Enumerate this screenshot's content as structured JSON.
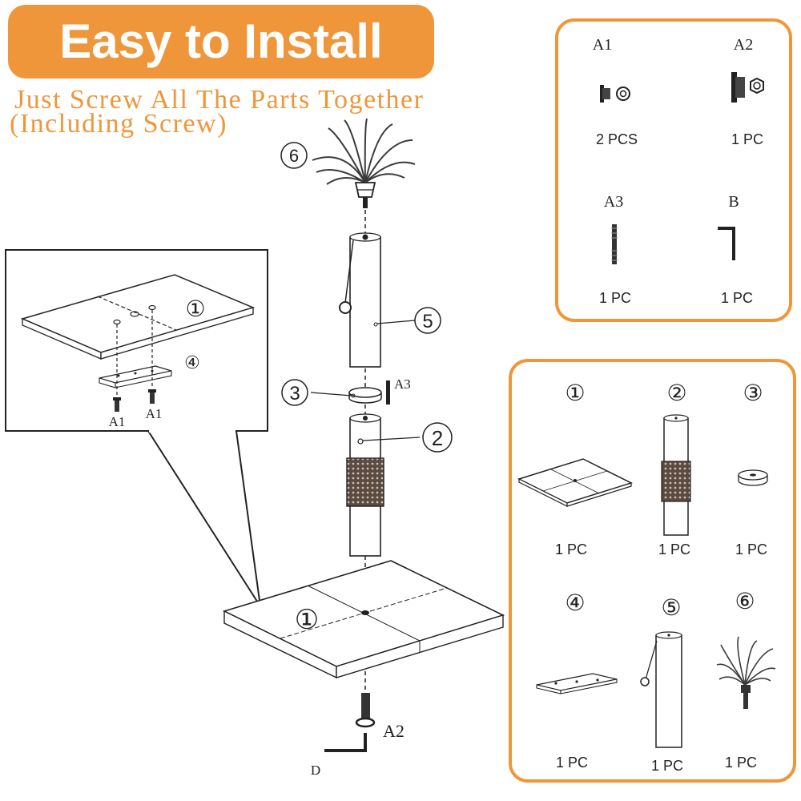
{
  "header": {
    "title": "Easy to Install",
    "subtitle_line1": "Just Screw All The Parts Together",
    "subtitle_line2": "(Including Screw)"
  },
  "colors": {
    "accent": "#F0963A",
    "line": "#222222",
    "fronds": "#3a3a3a"
  },
  "hardware": {
    "a1": {
      "code": "A1",
      "qty": "2 PCS"
    },
    "a2": {
      "code": "A2",
      "qty": "1 PC"
    },
    "a3": {
      "code": "A3",
      "qty": "1 PC"
    },
    "b": {
      "code": "B",
      "qty": "1 PC"
    }
  },
  "parts": [
    {
      "num": "①",
      "qty": "1 PC"
    },
    {
      "num": "②",
      "qty": "1 PC"
    },
    {
      "num": "③",
      "qty": "1 PC"
    },
    {
      "num": "④",
      "qty": "1 PC"
    },
    {
      "num": "⑤",
      "qty": "1 PC"
    },
    {
      "num": "⑥",
      "qty": "1 PC"
    }
  ],
  "inset": {
    "top_label": "①",
    "plate_label": "④",
    "screw_left": "A1",
    "screw_right": "A1"
  },
  "assembly": {
    "label_6": "6",
    "label_5": "5",
    "label_3": "3",
    "label_2": "2",
    "label_1": "①",
    "a3": "A3",
    "a2": "A2",
    "d": "D"
  }
}
